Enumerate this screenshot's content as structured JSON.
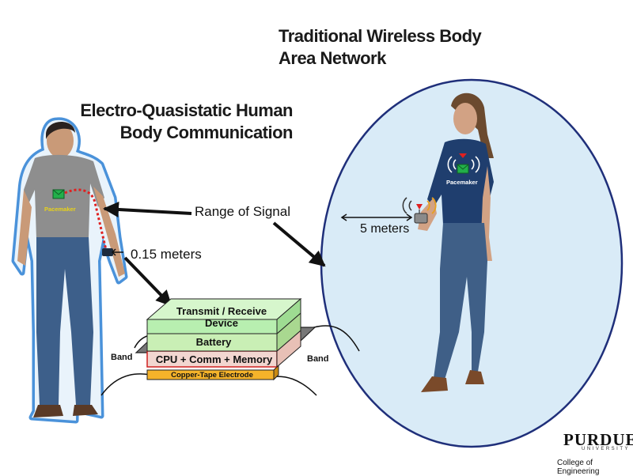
{
  "titles": {
    "left_line1": "Electro-Quasistatic Human",
    "left_line2": "Body Communication",
    "right_line1": "Traditional Wireless Body",
    "right_line2": "Area Network"
  },
  "labels": {
    "range_of_signal": "Range of Signal",
    "distance_left": "0.15 meters",
    "distance_right": "5 meters",
    "pacemaker": "Pacemaker",
    "band": "Band"
  },
  "device_layers": {
    "top": "Transmit / Receive Device",
    "battery": "Battery",
    "cpu": "CPU + Comm  + Memory",
    "electrode": "Copper-Tape Electrode"
  },
  "logo": {
    "name": "PURDUE",
    "sub": "UNIVERSITY",
    "college": "College of Engineering"
  },
  "colors": {
    "left_glow": "#2a7fd4",
    "bubble_fill": "#d9ebf7",
    "bubble_stroke": "#1f2f7a",
    "layer_top": "#b8efb0",
    "layer_battery": "#e8c9b0",
    "layer_cpu": "#f2d6d0",
    "layer_electrode": "#f5b32a",
    "signal_path": "#e02020"
  }
}
